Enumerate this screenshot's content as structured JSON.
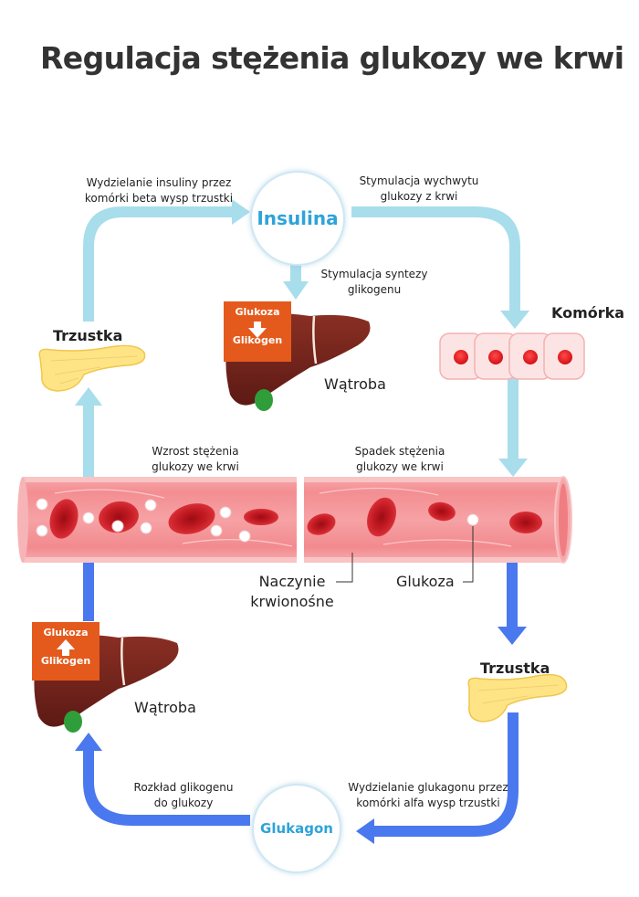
{
  "title": "Regulacja stężenia glukozy we krwi",
  "hormones": {
    "insulin": "Insulina",
    "glucagon": "Glukagon"
  },
  "organs": {
    "pancreas_top": "Trzustka",
    "pancreas_bottom": "Trzustka",
    "liver_top": "Wątroba",
    "liver_bottom": "Wątroba",
    "cell": "Komórka"
  },
  "vessel": {
    "label_line1": "Naczynie",
    "label_line2": "krwionośne",
    "glucose": "Glukoza"
  },
  "captions": {
    "insulin_secretion_1": "Wydzielanie insuliny przez",
    "insulin_secretion_2": "komórki beta wysp trzustki",
    "uptake_1": "Stymulacja wychwytu",
    "uptake_2": "glukozy z krwi",
    "synthesis_1": "Stymulacja syntezy",
    "synthesis_2": "glikogenu",
    "increase_1": "Wzrost stężenia",
    "increase_2": "glukozy we krwi",
    "decrease_1": "Spadek stężenia",
    "decrease_2": "glukozy we krwi",
    "breakdown_1": "Rozkład glikogenu",
    "breakdown_2": "do glukozy",
    "glucagon_secretion_1": "Wydzielanie glukagonu przez",
    "glucagon_secretion_2": "komórki alfa wysp trzustki"
  },
  "liver_boxes": {
    "top": {
      "from": "Glukoza",
      "to": "Glikogen"
    },
    "bottom": {
      "from": "Glukoza",
      "to": "Glikogen"
    }
  },
  "colors": {
    "insulin_arrow": "#a8ddec",
    "glucagon_arrow": "#4a78ee",
    "hormone_text": "#2ea3d9",
    "box": "#e45a1c"
  }
}
